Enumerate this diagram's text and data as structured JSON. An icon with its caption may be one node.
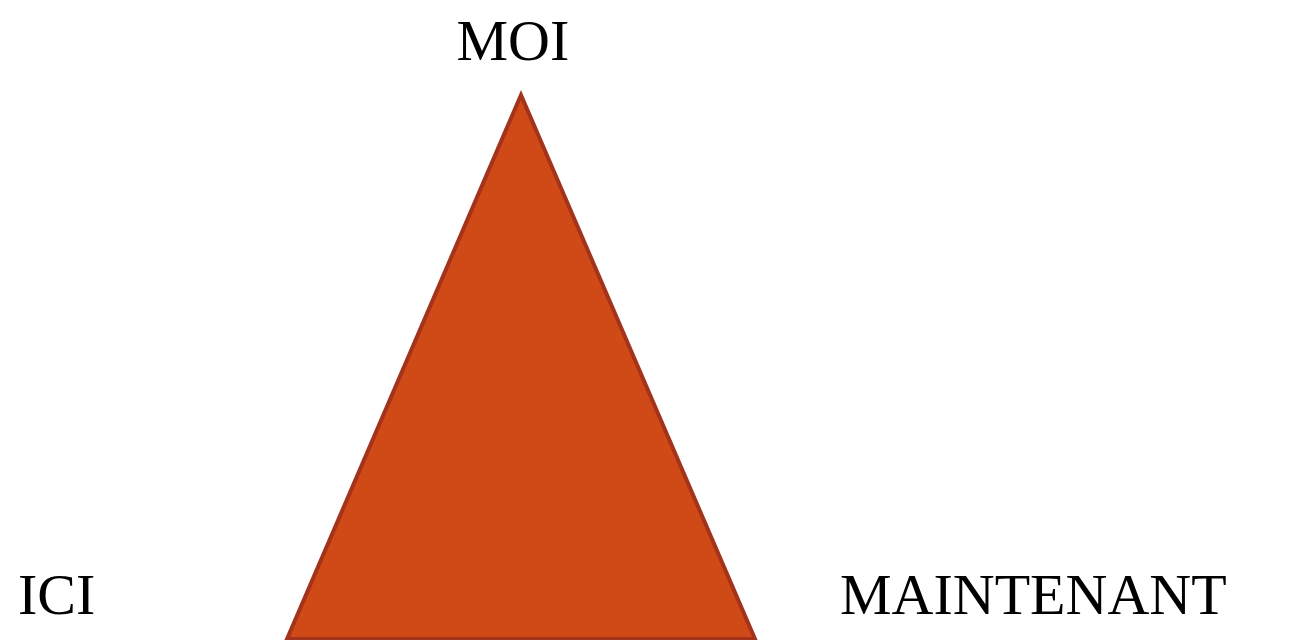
{
  "diagram": {
    "nodes": [
      {
        "text": [],
        "shape": "triangle",
        "beside": [
          "MOI",
          "ICI",
          "MAINTENANT"
        ]
      }
    ]
  }
}
